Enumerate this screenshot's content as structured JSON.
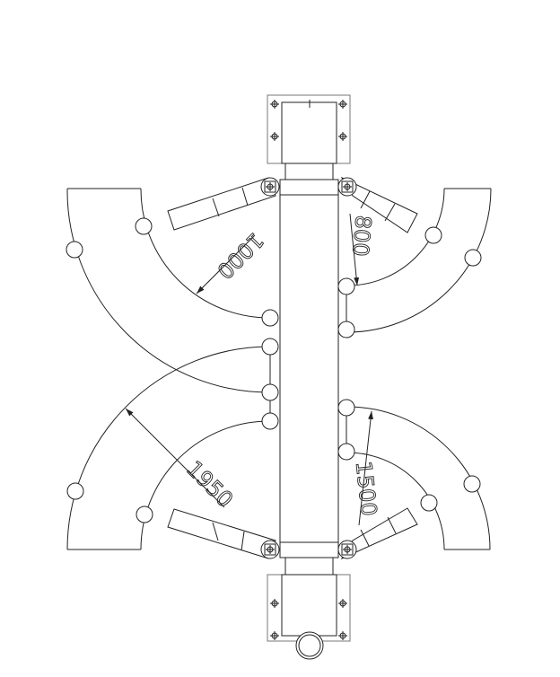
{
  "title": "Lift arm swing radius plan view",
  "dimensions": {
    "top_left_radius": "1000",
    "top_right_radius": "800",
    "bottom_left_radius": "1950",
    "bottom_right_radius": "1500"
  },
  "colors": {
    "line": "#222222",
    "background": "#ffffff"
  }
}
